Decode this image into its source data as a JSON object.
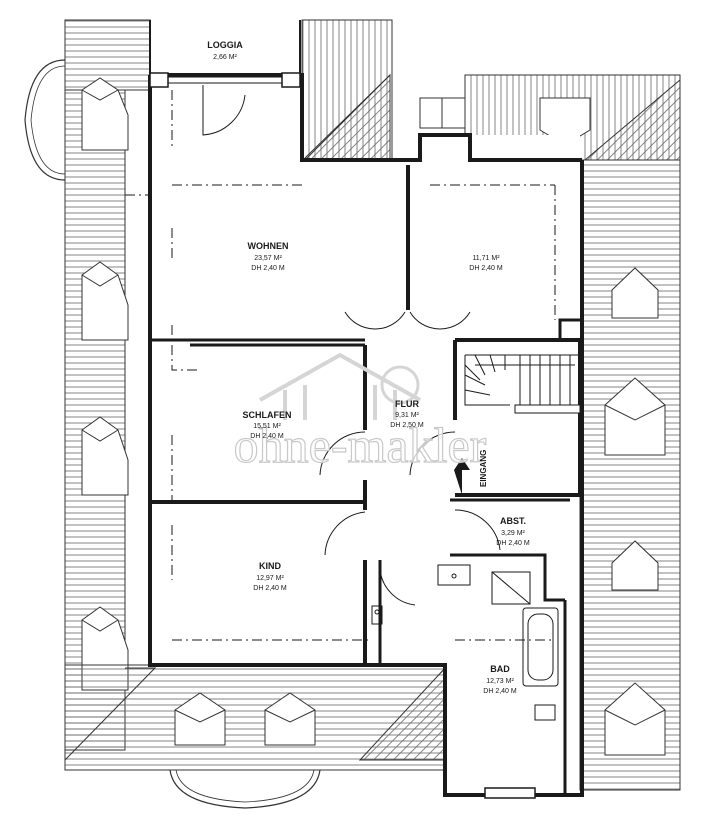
{
  "rooms": {
    "loggia": {
      "name": "LOGGIA",
      "area": "2,66 M²",
      "height": ""
    },
    "wohnen": {
      "name": "WOHNEN",
      "area": "23,57 M²",
      "height": "DH 2,40 M"
    },
    "zimmer": {
      "name": "",
      "area": "11,71 M²",
      "height": "DH 2,40 M"
    },
    "schlafen": {
      "name": "SCHLAFEN",
      "area": "15,51 M²",
      "height": "DH 2,40 M"
    },
    "flur": {
      "name": "FLUR",
      "area": "9,31 M²",
      "height": "DH 2,50 M"
    },
    "abst": {
      "name": "ABST.",
      "area": "3,29 M²",
      "height": "DH 2,40 M"
    },
    "kind": {
      "name": "KIND",
      "area": "12,97 M²",
      "height": "DH 2,40 M"
    },
    "bad": {
      "name": "BAD",
      "area": "12,73 M²",
      "height": "DH 2,40 M"
    }
  },
  "entrance_label": "EINGANG",
  "watermark": "ohne-makler",
  "colors": {
    "wall": "#1a1a1a",
    "hatch": "#555555",
    "background": "#ffffff",
    "watermark": "#c9c9c9"
  }
}
